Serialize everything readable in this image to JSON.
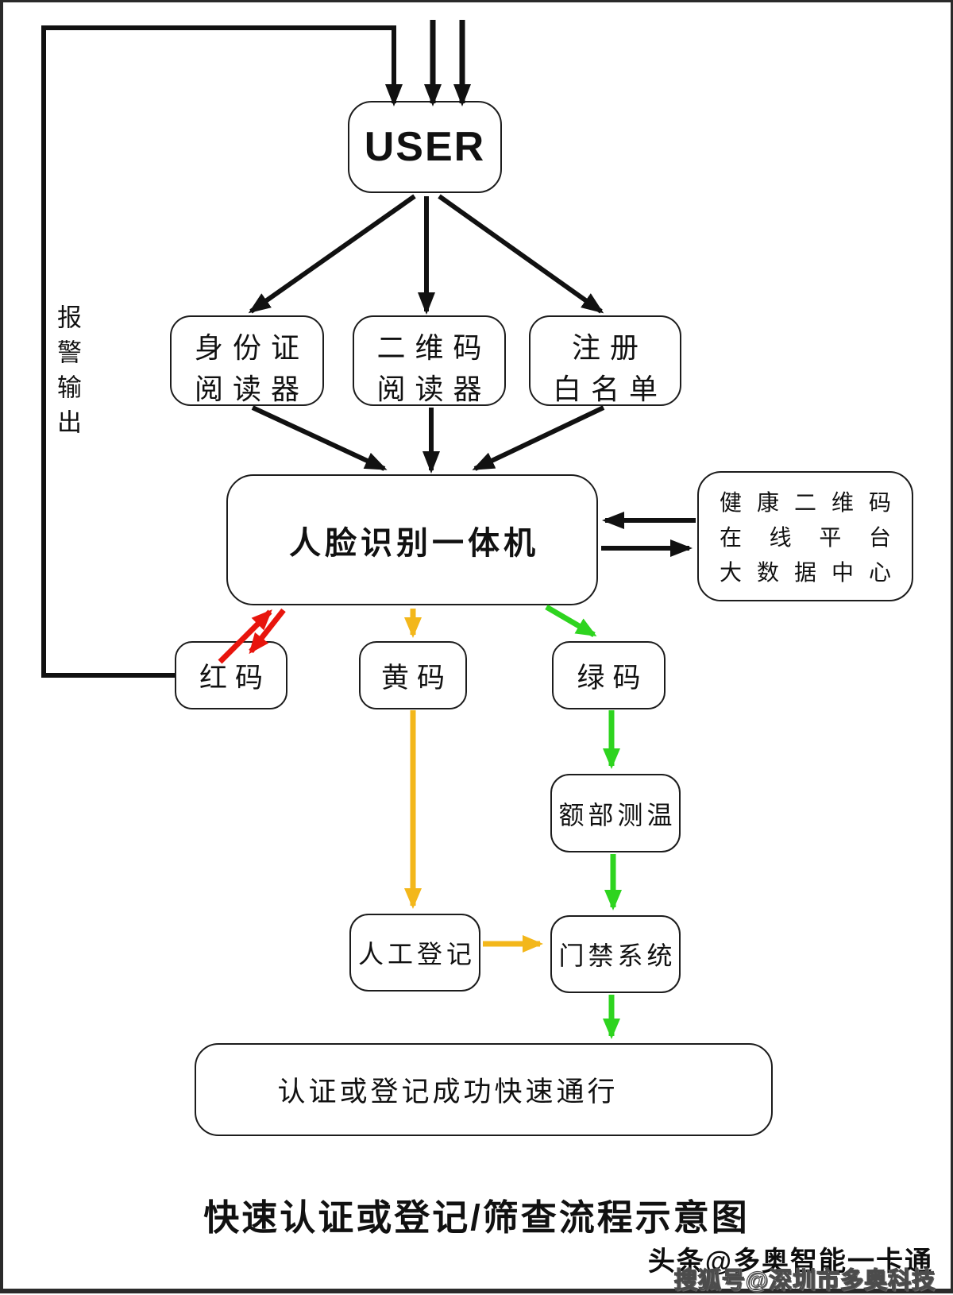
{
  "colors": {
    "black": "#111111",
    "red": "#e8150d",
    "yellow": "#f3b71b",
    "green": "#2ed41f"
  },
  "nodes": {
    "user": {
      "label": "USER"
    },
    "alarm_output": {
      "label": "报警输出"
    },
    "id_reader": {
      "line1": "身份证",
      "line2": "阅读器"
    },
    "qr_reader": {
      "line1": "二维码",
      "line2": "阅读器"
    },
    "whitelist": {
      "line1": "注册",
      "line2": "白名单"
    },
    "face_terminal": {
      "label": "人脸识别一体机"
    },
    "health_platform": {
      "line1": "健康二维码",
      "line2": "在线平台",
      "line3": "大数据中心"
    },
    "red_code": {
      "label": "红码"
    },
    "yellow_code": {
      "label": "黄码"
    },
    "green_code": {
      "label": "绿码"
    },
    "temp_check": {
      "label": "额部测温"
    },
    "manual_register": {
      "label": "人工登记"
    },
    "access_control": {
      "label": "门禁系统"
    },
    "pass": {
      "label": "认证或登记成功快速通行"
    }
  },
  "title": "快速认证或登记/筛查流程示意图",
  "watermark": {
    "line1": "头条@多奥智能一卡通",
    "line2": "搜狐号@深圳市多奥科技"
  }
}
